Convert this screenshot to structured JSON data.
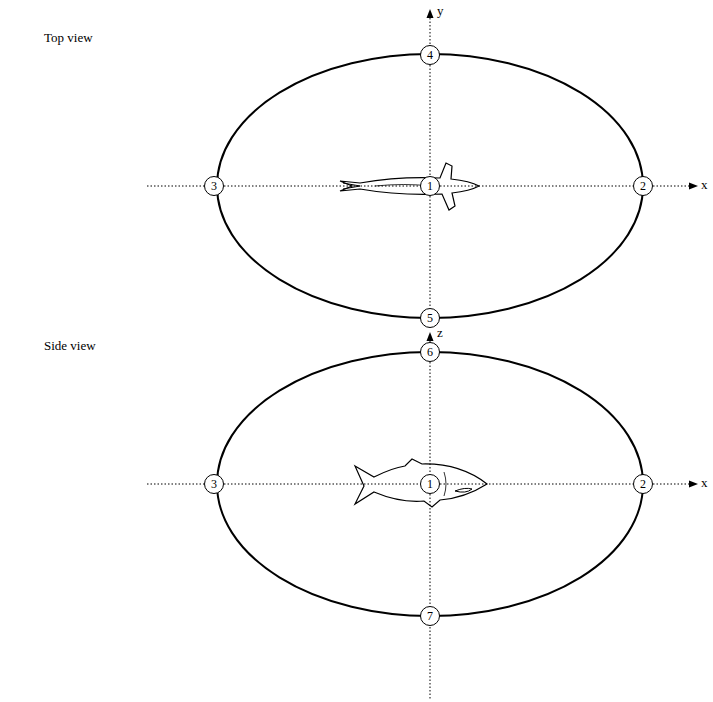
{
  "diagram": {
    "nodes": [
      {
        "text": [
          "1"
        ]
      },
      {
        "text": [
          "2"
        ]
      },
      {
        "text": [
          "3"
        ]
      },
      {
        "text": [
          "4"
        ]
      },
      {
        "text": [
          "5"
        ]
      },
      {
        "text": [
          "1"
        ]
      },
      {
        "text": [
          "2"
        ]
      },
      {
        "text": [
          "3"
        ]
      },
      {
        "text": [
          "6"
        ]
      },
      {
        "text": [
          "7"
        ]
      }
    ],
    "edges": [
      {
        "from": 2,
        "to": 0,
        "arrow": "none"
      },
      {
        "from": 0,
        "to": 1,
        "arrow": "none"
      },
      {
        "from": 3,
        "to": 0,
        "arrow": "none"
      },
      {
        "from": 0,
        "to": 4,
        "arrow": "none"
      },
      {
        "from": 7,
        "to": 5,
        "arrow": "none"
      },
      {
        "from": 5,
        "to": 6,
        "arrow": "none"
      },
      {
        "from": 8,
        "to": 5,
        "arrow": "none"
      },
      {
        "from": 5,
        "to": 9,
        "arrow": "none"
      }
    ],
    "labels": [
      "Top view",
      "y",
      "x",
      "Side view",
      "z",
      "x"
    ]
  }
}
